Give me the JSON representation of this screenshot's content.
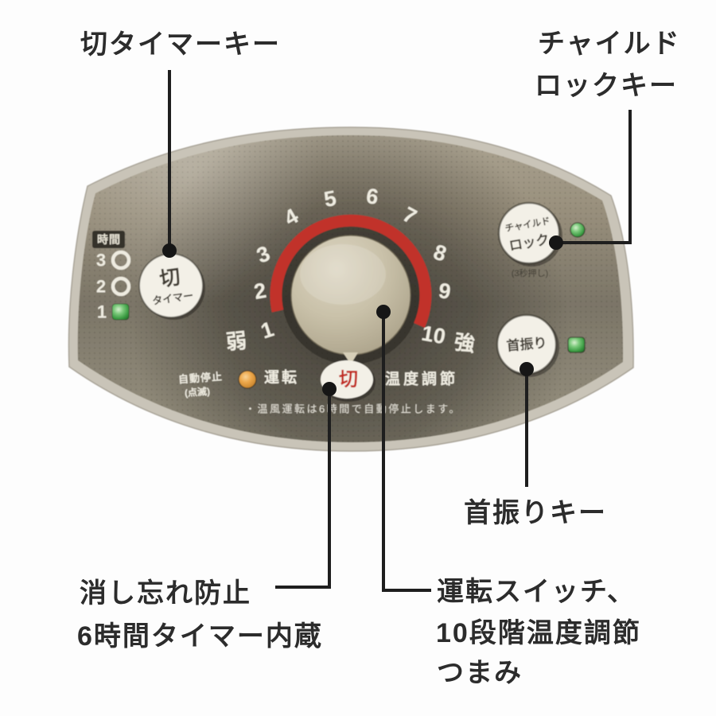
{
  "figure": "heater-control-panel-callout-diagram",
  "annotations": {
    "off_timer": "切タイマーキー",
    "child_lock_1": "チャイルド",
    "child_lock_2": "ロックキー",
    "swing": "首振りキー",
    "auto_off_1": "消し忘れ防止",
    "auto_off_2": "6時間タイマー内蔵",
    "knob_1": "運転スイッチ、",
    "knob_2": "10段階温度調節",
    "knob_3": "つまみ"
  },
  "panel": {
    "timer": {
      "header": "時間",
      "levels": [
        "3",
        "2",
        "1"
      ],
      "active_level": "1"
    },
    "off_timer_button": {
      "line1": "切",
      "line2": "タイマー"
    },
    "child_lock_button": {
      "line1": "チャイルド",
      "line2": "ロック",
      "note": "(3秒押し)"
    },
    "swing_button": {
      "label": "首振り"
    },
    "dial": {
      "numbers": [
        "1",
        "2",
        "3",
        "4",
        "5",
        "6",
        "7",
        "8",
        "9",
        "10"
      ],
      "min_label": "弱",
      "max_label": "強"
    },
    "bottom": {
      "auto_stop": "自動停止",
      "blink": "(点滅)",
      "run": "運転",
      "off": "切",
      "temp": "温度調節",
      "note": "・温風運転は6時間で自動停止します。"
    }
  },
  "colors": {
    "panel_face_dark": "#5a554a",
    "panel_face_light": "#aaa28f",
    "panel_edge_silver": "#c9c4b8",
    "knob": "#c9c1a9",
    "accent_red": "#c1302a",
    "off_text_red": "#c22a20",
    "led_green": "#3f9e47",
    "led_orange": "#e09a3e",
    "button_face": "#f3f0e7",
    "label_text": "#2c2c2c"
  }
}
